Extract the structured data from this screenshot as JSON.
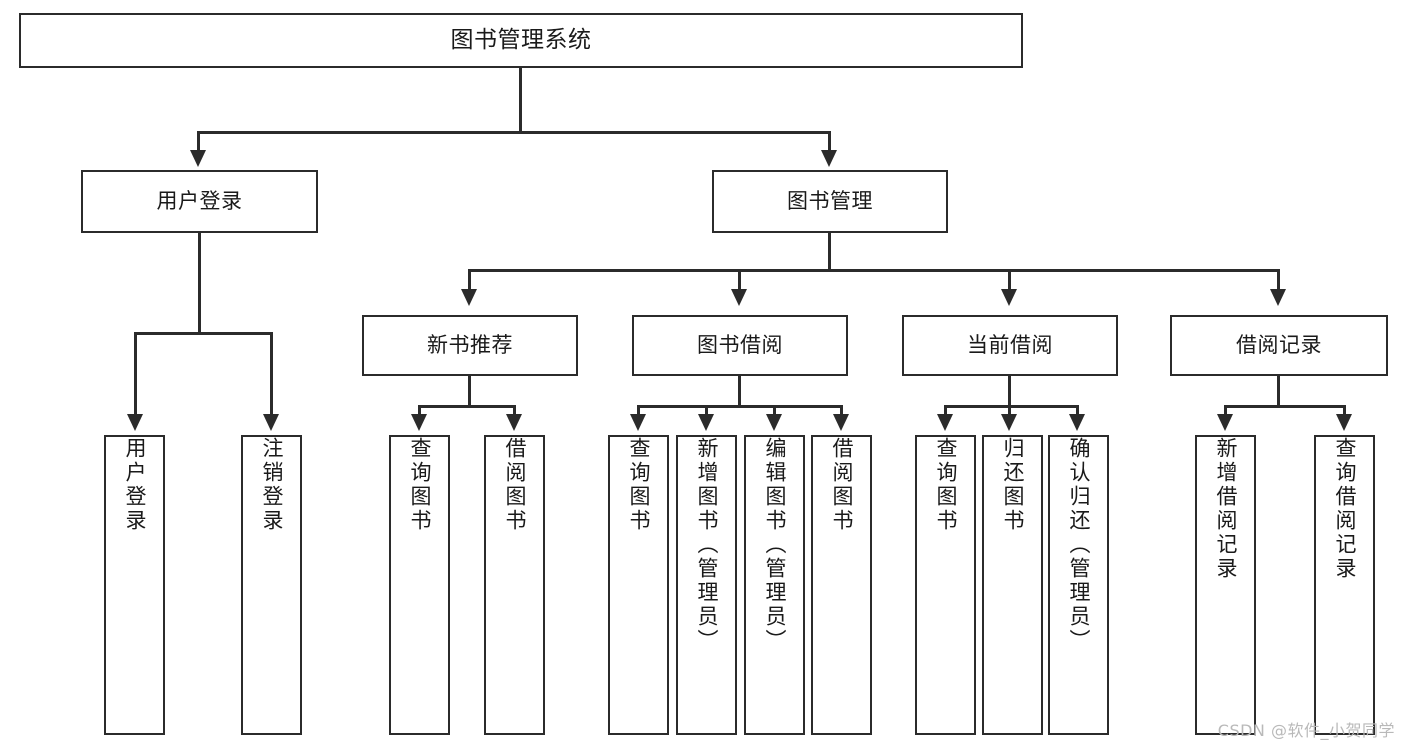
{
  "diagram": {
    "title": "图书管理系统",
    "type": "tree-hierarchy-chart",
    "watermark": "CSDN @软件_小贺同学",
    "colors": {
      "stroke": "#2b2b2b",
      "fill": "#ffffff",
      "text": "#1a1a1a",
      "watermark": "#b9b9b9"
    }
  },
  "root": {
    "label": "图书管理系统"
  },
  "level1": [
    {
      "label": "用户登录"
    },
    {
      "label": "图书管理"
    }
  ],
  "user_login_children": [
    {
      "label": "用户登录"
    },
    {
      "label": "注销登录"
    }
  ],
  "book_mgmt_children": [
    {
      "label": "新书推荐"
    },
    {
      "label": "图书借阅"
    },
    {
      "label": "当前借阅"
    },
    {
      "label": "借阅记录"
    }
  ],
  "new_book_children": [
    {
      "label": "查询图书"
    },
    {
      "label": "借阅图书"
    }
  ],
  "borrow_children": [
    {
      "label": "查询图书"
    },
    {
      "label": "新增图书（管理员）"
    },
    {
      "label": "编辑图书（管理员）"
    },
    {
      "label": "借阅图书"
    }
  ],
  "current_borrow_children": [
    {
      "label": "查询图书"
    },
    {
      "label": "归还图书"
    },
    {
      "label": "确认归还（管理员）"
    }
  ],
  "record_children": [
    {
      "label": "新增借阅记录"
    },
    {
      "label": "查询借阅记录"
    }
  ]
}
